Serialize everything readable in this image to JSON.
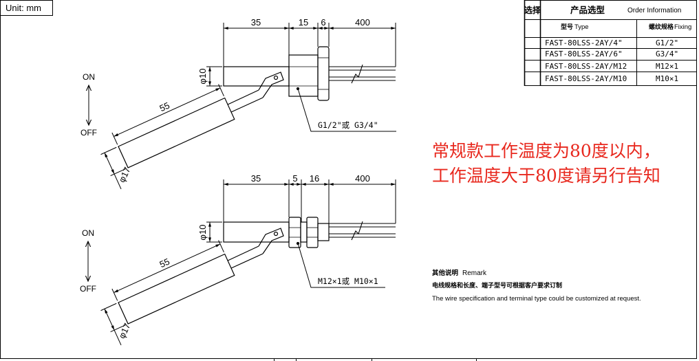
{
  "unit_label": "Unit: mm",
  "order_table": {
    "select_header": "选择",
    "title_cn": "产品选型",
    "title_en": "Order Information",
    "type_header_cn": "型号",
    "type_header_en": "Type",
    "fixing_header_cn": "螺纹规格",
    "fixing_header_en": "Fixing",
    "rows": [
      {
        "type": "FAST-80LSS-2AY/4\"",
        "fixing": "G1/2\""
      },
      {
        "type": "FAST-80LSS-2AY/6\"",
        "fixing": "G3/4\""
      },
      {
        "type": "FAST-80LSS-2AY/M12",
        "fixing": "M12×1"
      },
      {
        "type": "FAST-80LSS-2AY/M10",
        "fixing": "M10×1"
      }
    ]
  },
  "temperature_note": {
    "lines": [
      "常规款工作温度为80度以内，",
      "工作温度大于80度请另行告知"
    ],
    "color": "#e8281e"
  },
  "remark": {
    "title_cn": "其他说明",
    "title_en": "Remark",
    "text_cn": "电线规格和长度、端子型号可根据客户要求订制",
    "text_en": "The wire specification and terminal type could be customized at request."
  },
  "drawings": [
    {
      "dims": [
        "35",
        "15",
        "6",
        "400"
      ],
      "stem_diameter": "φ10",
      "float_length": "55",
      "float_diameter": "φ17",
      "state_on": "ON",
      "state_off": "OFF",
      "fixing_label": "G1/2\"或 G3/4\""
    },
    {
      "dims": [
        "35",
        "5",
        "16",
        "400"
      ],
      "stem_diameter": "φ10",
      "float_length": "55",
      "float_diameter": "φ17",
      "state_on": "ON",
      "state_off": "OFF",
      "fixing_label": "M12×1或 M10×1"
    }
  ]
}
